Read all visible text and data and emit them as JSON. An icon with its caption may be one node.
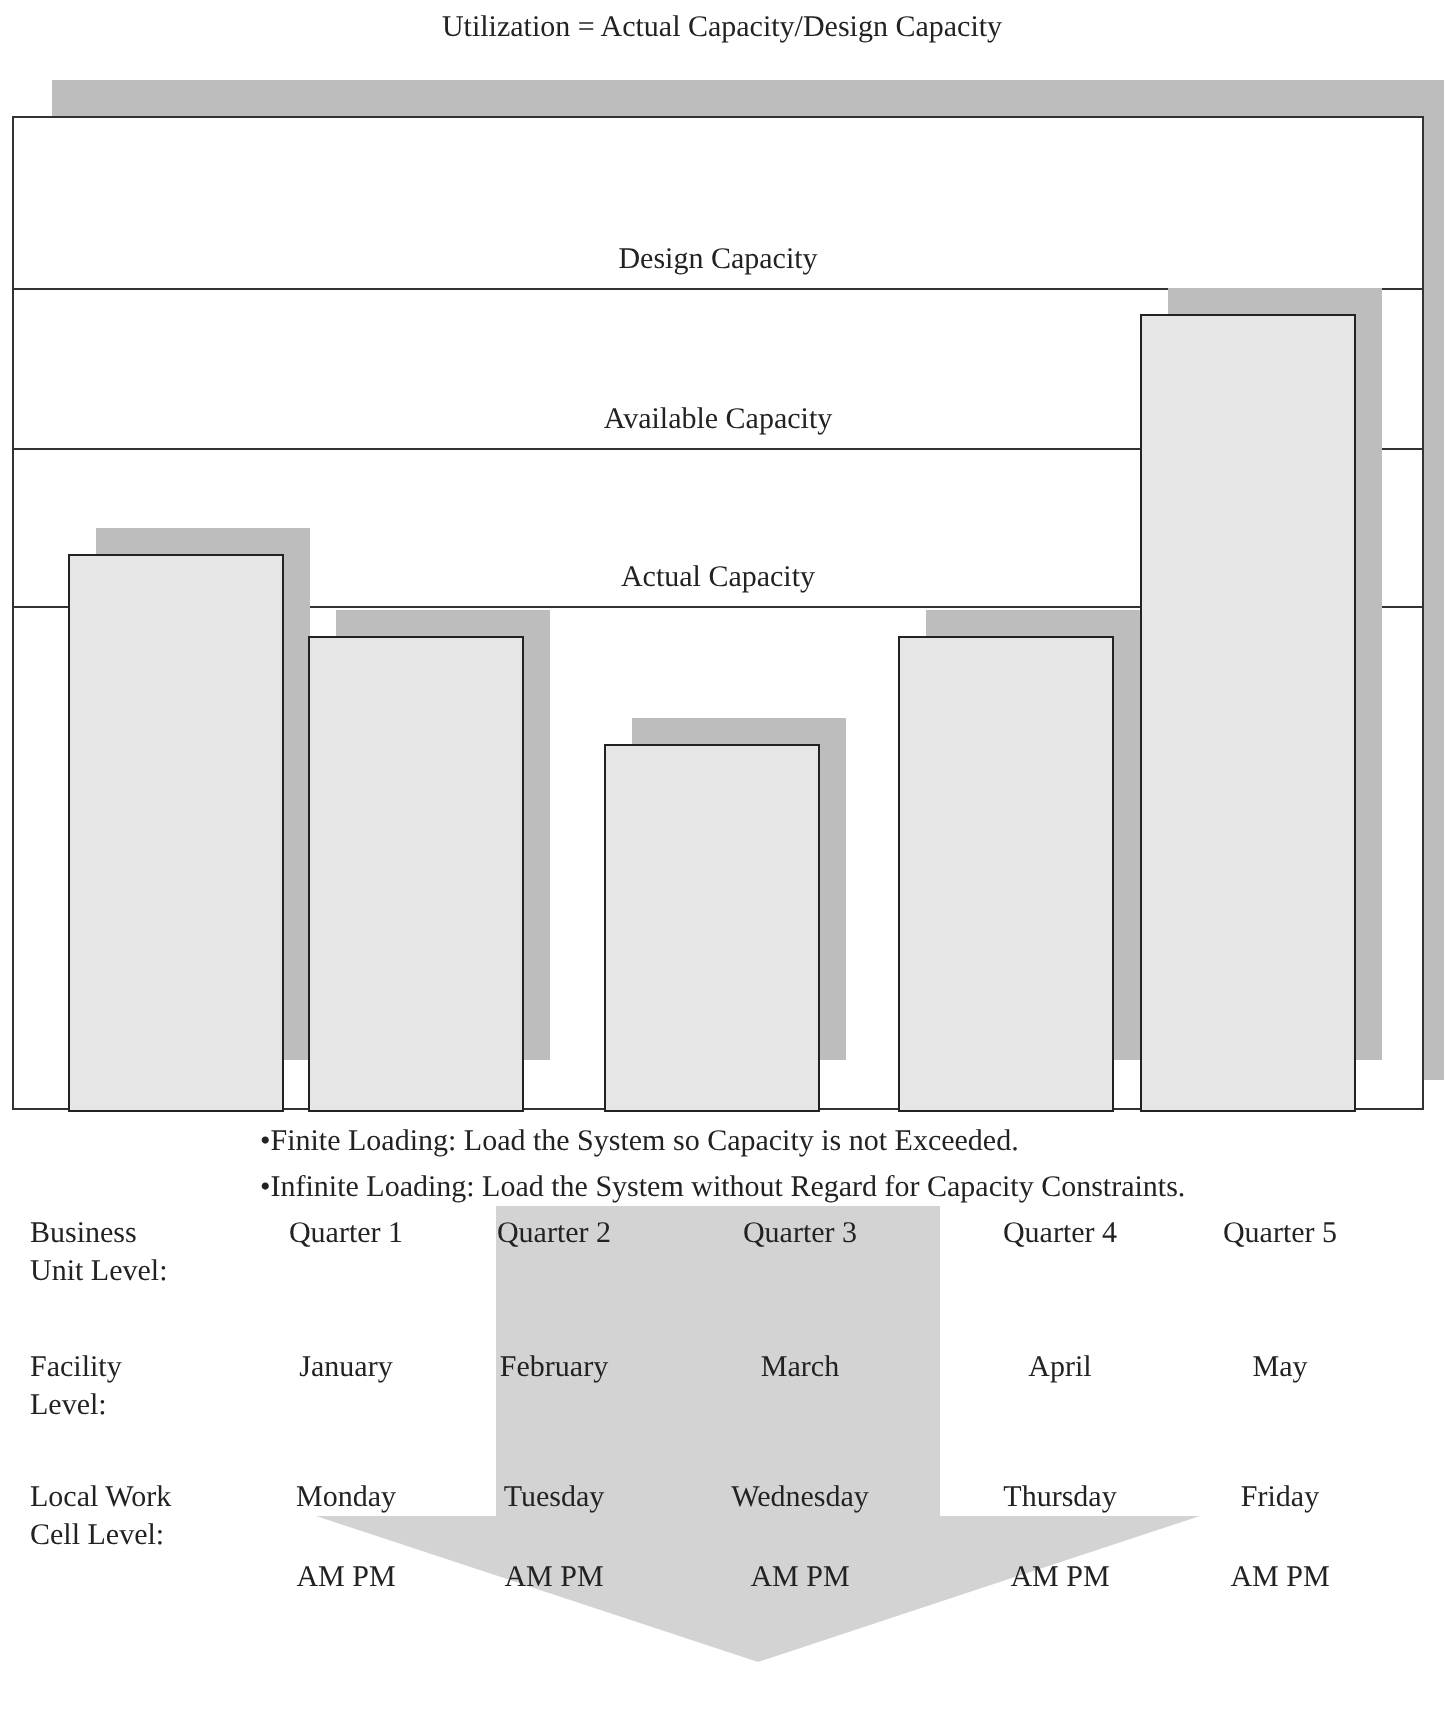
{
  "diagram": {
    "title": "Utilization = Actual Capacity/Design Capacity",
    "nodes": [
      {
        "text": [],
        "shape": "bar"
      },
      {
        "text": [],
        "shape": "bar"
      },
      {
        "text": [],
        "shape": "bar"
      },
      {
        "text": [],
        "shape": "bar"
      },
      {
        "text": [],
        "shape": "bar"
      }
    ],
    "labels": [
      "Design Capacity",
      "Available Capacity",
      "Actual Capacity",
      "•Finite Loading: Load the System so Capacity is not Exceeded.",
      "•Infinite Loading: Load the System without Regard for Capacity Constraints.",
      "Business Unit Level:",
      "Quarter 1",
      "Quarter 2",
      "Quarter 3",
      "Quarter 4",
      "Quarter 5",
      "Facility Level:",
      "January",
      "February",
      "March",
      "April",
      "May",
      "Local Work Cell Level:",
      "Monday",
      "Tuesday",
      "Wednesday",
      "Thursday",
      "Friday",
      "AM PM",
      "AM PM",
      "AM PM",
      "AM PM",
      "AM PM"
    ]
  }
}
